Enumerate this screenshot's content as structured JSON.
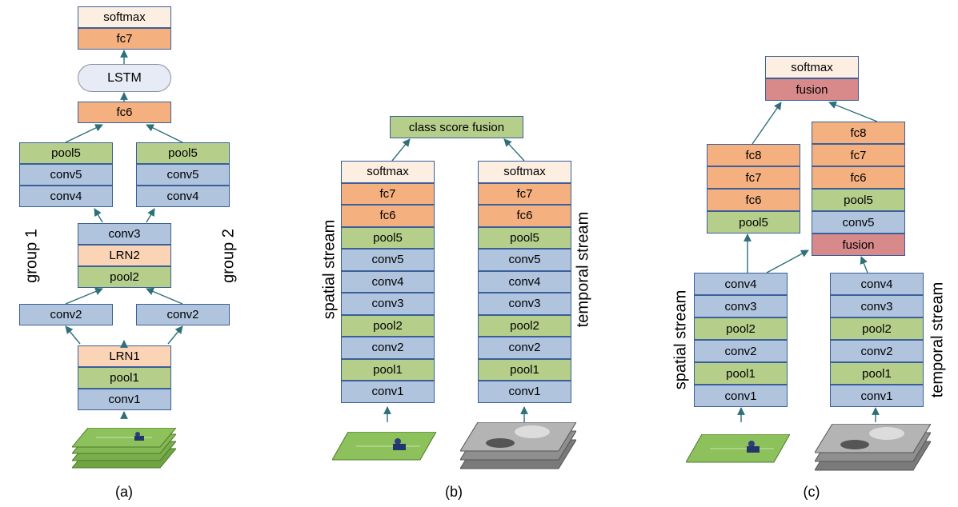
{
  "colors": {
    "conv": "#b0c4de",
    "pool": "#b5cf8b",
    "fc": "#f5b07f",
    "lrn": "#fad4b4",
    "softmax": "#fdeee2",
    "fusion": "#d88a8a",
    "lstm": "#e6ebf5",
    "arrow": "#2e6f7a"
  },
  "panel_a": {
    "caption": "(a)",
    "softmax": "softmax",
    "fc7": "fc7",
    "lstm": "LSTM",
    "fc6": "fc6",
    "left_pool5": "pool5",
    "left_conv5": "conv5",
    "left_conv4": "conv4",
    "right_pool5": "pool5",
    "right_conv5": "conv5",
    "right_conv4": "conv4",
    "group1": "group 1",
    "group2": "group 2",
    "conv3": "conv3",
    "lrn2": "LRN2",
    "pool2": "pool2",
    "left_conv2": "conv2",
    "right_conv2": "conv2",
    "lrn1": "LRN1",
    "pool1": "pool1",
    "conv1": "conv1"
  },
  "panel_b": {
    "caption": "(b)",
    "fusion": "class score fusion",
    "spatial_label": "spatial stream",
    "temporal_label": "temporal stream",
    "spatial": [
      "softmax",
      "fc7",
      "fc6",
      "pool5",
      "conv5",
      "conv4",
      "conv3",
      "pool2",
      "conv2",
      "pool1",
      "conv1"
    ],
    "temporal": [
      "softmax",
      "fc7",
      "fc6",
      "pool5",
      "conv5",
      "conv4",
      "conv3",
      "pool2",
      "conv2",
      "pool1",
      "conv1"
    ]
  },
  "panel_c": {
    "caption": "(c)",
    "softmax": "softmax",
    "fusion_top": "fusion",
    "left_upper": [
      "fc8",
      "fc7",
      "fc6",
      "pool5"
    ],
    "right_upper": [
      "fc8",
      "fc7",
      "fc6",
      "pool5",
      "conv5",
      "fusion"
    ],
    "spatial_label": "spatial stream",
    "temporal_label": "temporal stream",
    "spatial": [
      "conv4",
      "conv3",
      "pool2",
      "conv2",
      "pool1",
      "conv1"
    ],
    "temporal": [
      "conv4",
      "conv3",
      "pool2",
      "conv2",
      "pool1",
      "conv1"
    ]
  }
}
